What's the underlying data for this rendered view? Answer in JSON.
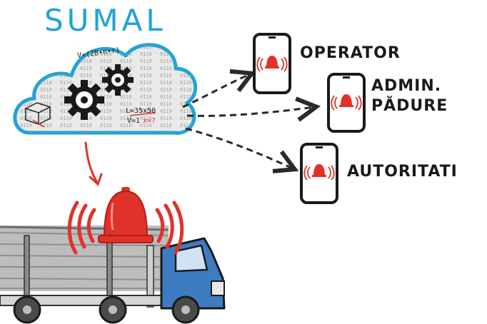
{
  "title": "SUMAL",
  "recipients": {
    "operator": "OPERATOR",
    "admin_line1": "ADMIN.",
    "admin_line2": "PĂDURE",
    "authorities": "AUTORITATI"
  },
  "cloud_scribbles": {
    "formula_top": "V=(2B∙π∙r)",
    "formula_mid": "L=35x50",
    "formula_low_a": "V=1",
    "formula_low_b": "x=?"
  },
  "colors": {
    "title": "#1fa3d6",
    "cloud_outline": "#1fa3d6",
    "alert": "#e0312b",
    "truck_cab": "#3d7cc1",
    "logs": "#b7b7b7"
  }
}
